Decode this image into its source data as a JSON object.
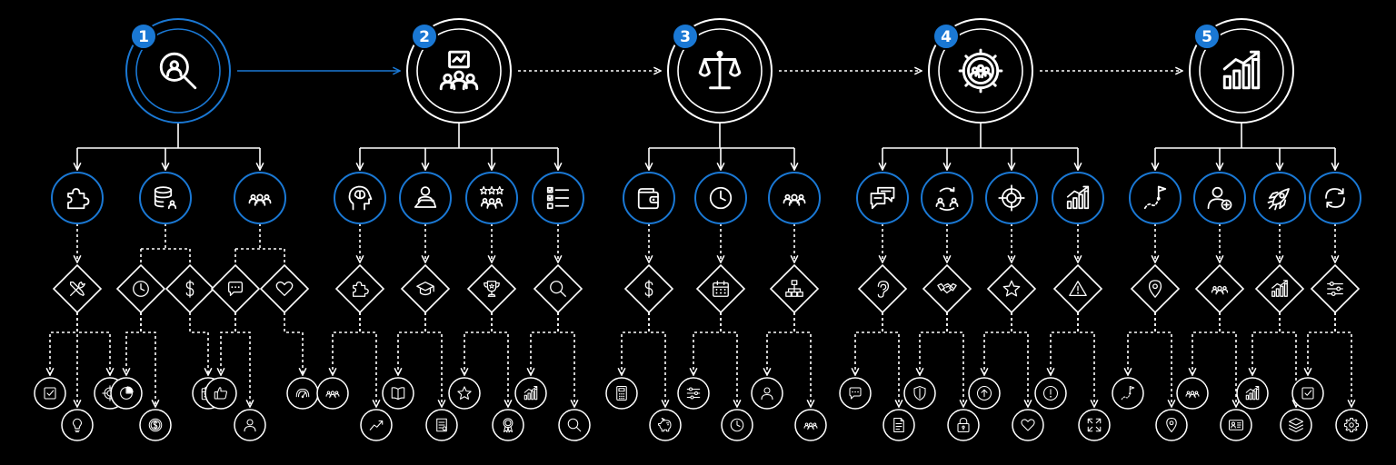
{
  "colors": {
    "background": "#000000",
    "line": "#ffffff",
    "accent": "#1a78d4",
    "badge_fill": "#1a78d4",
    "badge_text": "#ffffff"
  },
  "stages": [
    {
      "number": "1",
      "icon": "search-user-icon",
      "active": true,
      "branches": [
        {
          "icon": "puzzle-icon",
          "diamonds": [
            {
              "icon": "tools-icon",
              "leaves": [
                "checklist-icon",
                "lightbulb-icon",
                "target-icon"
              ]
            }
          ]
        },
        {
          "icon": "database-user-icon",
          "diamonds": [
            {
              "icon": "clock-icon",
              "leaves": [
                "pie-chart-icon",
                "coin-icon"
              ]
            },
            {
              "icon": "dollar-icon",
              "leaves": [
                "calendar-icon"
              ]
            }
          ]
        },
        {
          "icon": "group-icon",
          "diamonds": [
            {
              "icon": "chat-icon",
              "leaves": [
                "thumbs-up-icon",
                "user-icon"
              ]
            },
            {
              "icon": "heart-icon",
              "leaves": [
                "gauge-icon"
              ]
            }
          ]
        }
      ]
    },
    {
      "number": "2",
      "icon": "team-board-icon",
      "active": false,
      "branches": [
        {
          "icon": "brain-head-icon",
          "diamonds": [
            {
              "icon": "puzzle-icon",
              "leaves": [
                "team-icon",
                "trend-up-icon"
              ]
            }
          ]
        },
        {
          "icon": "laptop-user-icon",
          "diamonds": [
            {
              "icon": "graduation-cap-icon",
              "leaves": [
                "book-icon",
                "certificate-icon"
              ]
            }
          ]
        },
        {
          "icon": "rated-team-icon",
          "diamonds": [
            {
              "icon": "trophy-icon",
              "leaves": [
                "star-icon",
                "award-icon"
              ]
            }
          ]
        },
        {
          "icon": "checklist-lines-icon",
          "diamonds": [
            {
              "icon": "magnifier-icon",
              "leaves": [
                "bar-growth-icon",
                "magnifier-icon"
              ]
            }
          ]
        }
      ]
    },
    {
      "number": "3",
      "icon": "scales-icon",
      "active": false,
      "branches": [
        {
          "icon": "wallet-icon",
          "diamonds": [
            {
              "icon": "dollar-icon",
              "leaves": [
                "calculator-icon",
                "piggy-bank-icon"
              ]
            }
          ]
        },
        {
          "icon": "clock-icon",
          "diamonds": [
            {
              "icon": "calendar-icon",
              "leaves": [
                "sliders-icon",
                "clock-icon"
              ]
            }
          ]
        },
        {
          "icon": "group-icon",
          "diamonds": [
            {
              "icon": "org-chart-icon",
              "leaves": [
                "user-icon",
                "group-icon"
              ]
            }
          ]
        }
      ]
    },
    {
      "number": "4",
      "icon": "gear-team-icon",
      "active": false,
      "branches": [
        {
          "icon": "chat-bubbles-icon",
          "diamonds": [
            {
              "icon": "ear-icon",
              "leaves": [
                "chat-icon",
                "document-icon"
              ]
            }
          ]
        },
        {
          "icon": "exchange-users-icon",
          "diamonds": [
            {
              "icon": "handshake-icon",
              "leaves": [
                "shield-icon",
                "lock-icon"
              ]
            }
          ]
        },
        {
          "icon": "crosshair-icon",
          "diamonds": [
            {
              "icon": "star-icon",
              "leaves": [
                "arrow-up-icon",
                "heart-icon"
              ]
            }
          ]
        },
        {
          "icon": "bar-growth-icon",
          "diamonds": [
            {
              "icon": "warning-icon",
              "leaves": [
                "alert-icon",
                "expand-icon"
              ]
            }
          ]
        }
      ]
    },
    {
      "number": "5",
      "icon": "growth-chart-icon",
      "active": false,
      "branches": [
        {
          "icon": "flag-path-icon",
          "diamonds": [
            {
              "icon": "location-pin-icon",
              "leaves": [
                "flag-path-icon",
                "location-pin-icon"
              ]
            }
          ]
        },
        {
          "icon": "add-user-icon",
          "diamonds": [
            {
              "icon": "group-icon",
              "leaves": [
                "group-icon",
                "id-card-icon"
              ]
            }
          ]
        },
        {
          "icon": "rocket-icon",
          "diamonds": [
            {
              "icon": "bar-growth-icon",
              "leaves": [
                "bar-growth-icon",
                "layers-icon"
              ]
            }
          ]
        },
        {
          "icon": "cycle-arrows-icon",
          "diamonds": [
            {
              "icon": "sliders-icon",
              "leaves": [
                "checklist-icon",
                "gear-icon"
              ]
            }
          ]
        }
      ]
    }
  ]
}
